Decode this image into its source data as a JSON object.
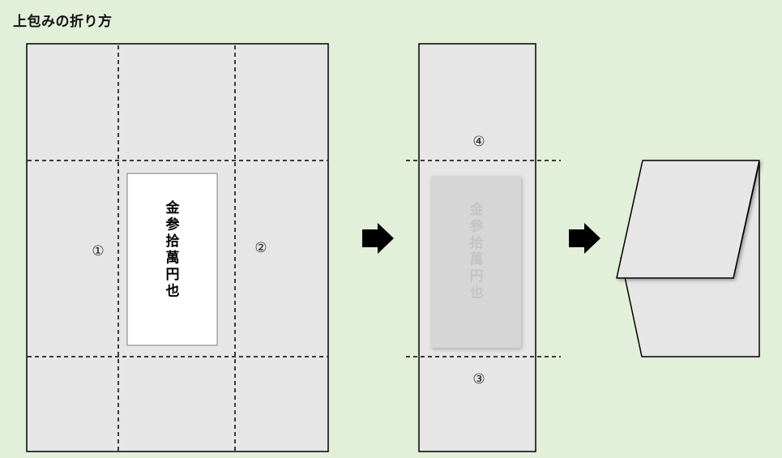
{
  "title": "上包みの折り方",
  "steps": {
    "one": "①",
    "two": "②",
    "three": "③",
    "four": "④"
  },
  "envelope_text": "金参拾萬円也",
  "colors": {
    "background": "#e2efd9",
    "paper": "#e6e6e6",
    "inner": "#ffffff",
    "inner_faded": "#d6d6d6",
    "faded_text": "#c4c4c4",
    "stroke": "#000000"
  },
  "icons": {
    "arrow": "arrow-right-icon"
  }
}
